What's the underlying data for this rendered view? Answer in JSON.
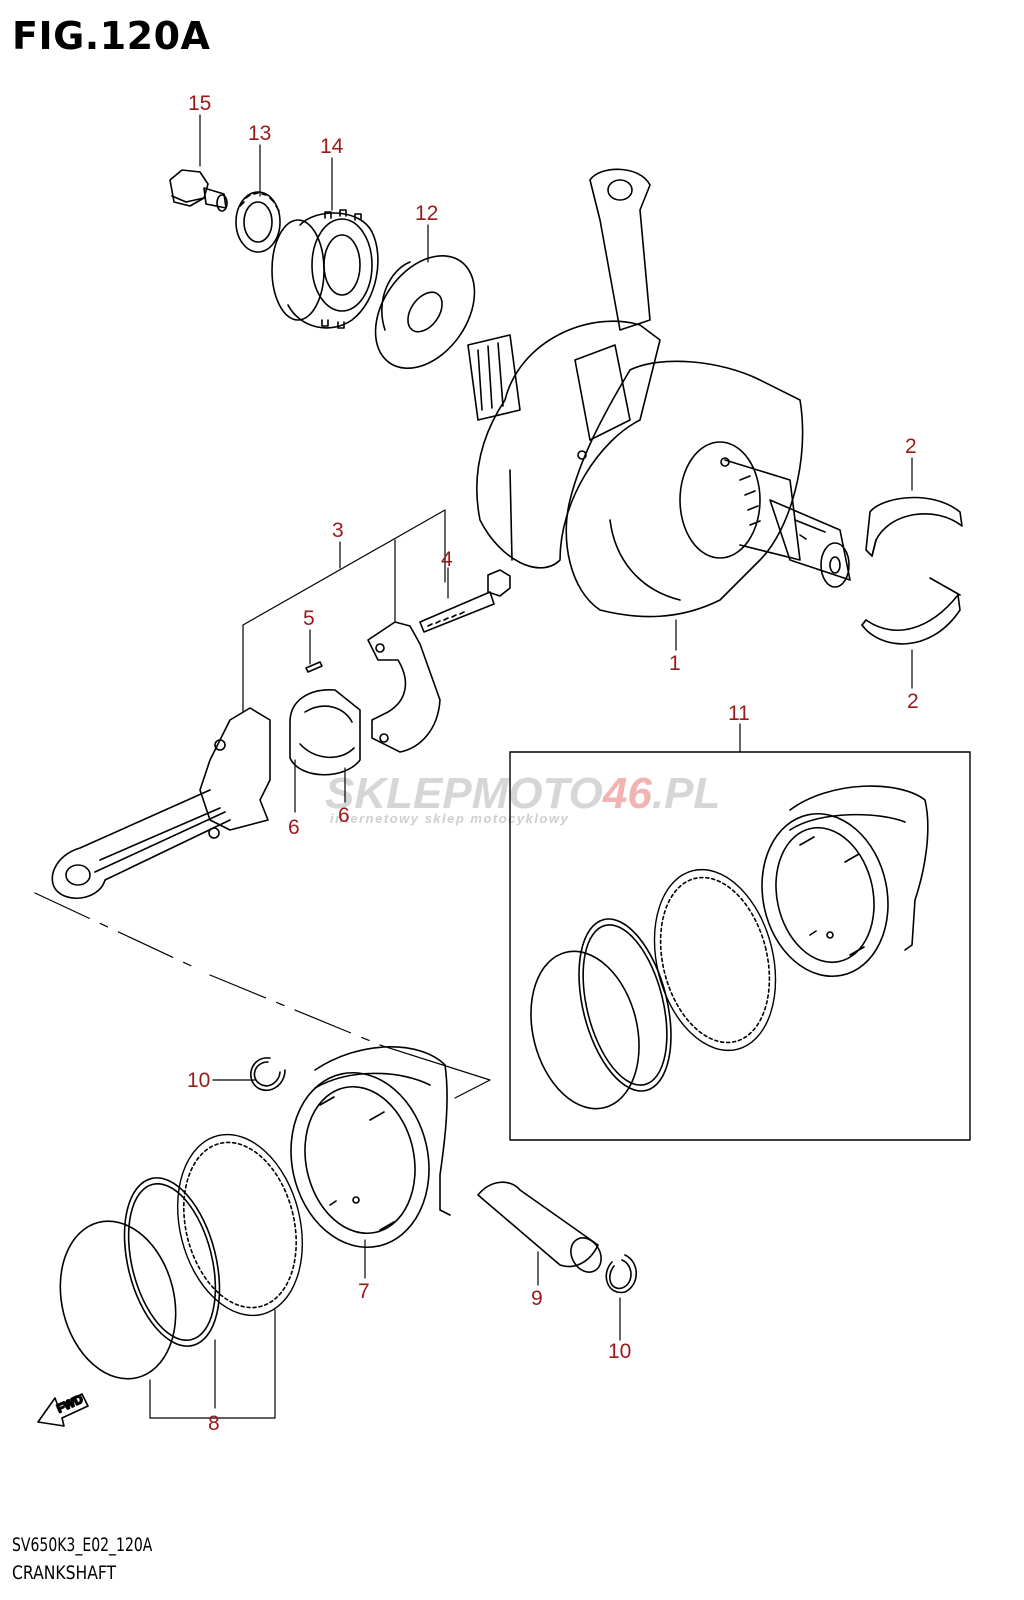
{
  "figure": {
    "title": "FIG.120A",
    "code": "SV650K3_E02_120A",
    "name": "CRANKSHAFT"
  },
  "watermark": {
    "brand_part1": "SKLEP",
    "brand_part2": "MOTO",
    "brand_part3": "46",
    "brand_part4": ".PL",
    "tagline": "internetowy sklep motocyklowy"
  },
  "callouts": {
    "c1": "1",
    "c2a": "2",
    "c2b": "2",
    "c3": "3",
    "c4": "4",
    "c5": "5",
    "c6a": "6",
    "c6b": "6",
    "c7": "7",
    "c8": "8",
    "c9": "9",
    "c10a": "10",
    "c10b": "10",
    "c11": "11",
    "c12": "12",
    "c13": "13",
    "c14": "14",
    "c15": "15"
  },
  "fwd_label": "FWD",
  "colors": {
    "callout": "#9a1a1a",
    "line": "#000000",
    "watermark_accent": "#e04848"
  }
}
